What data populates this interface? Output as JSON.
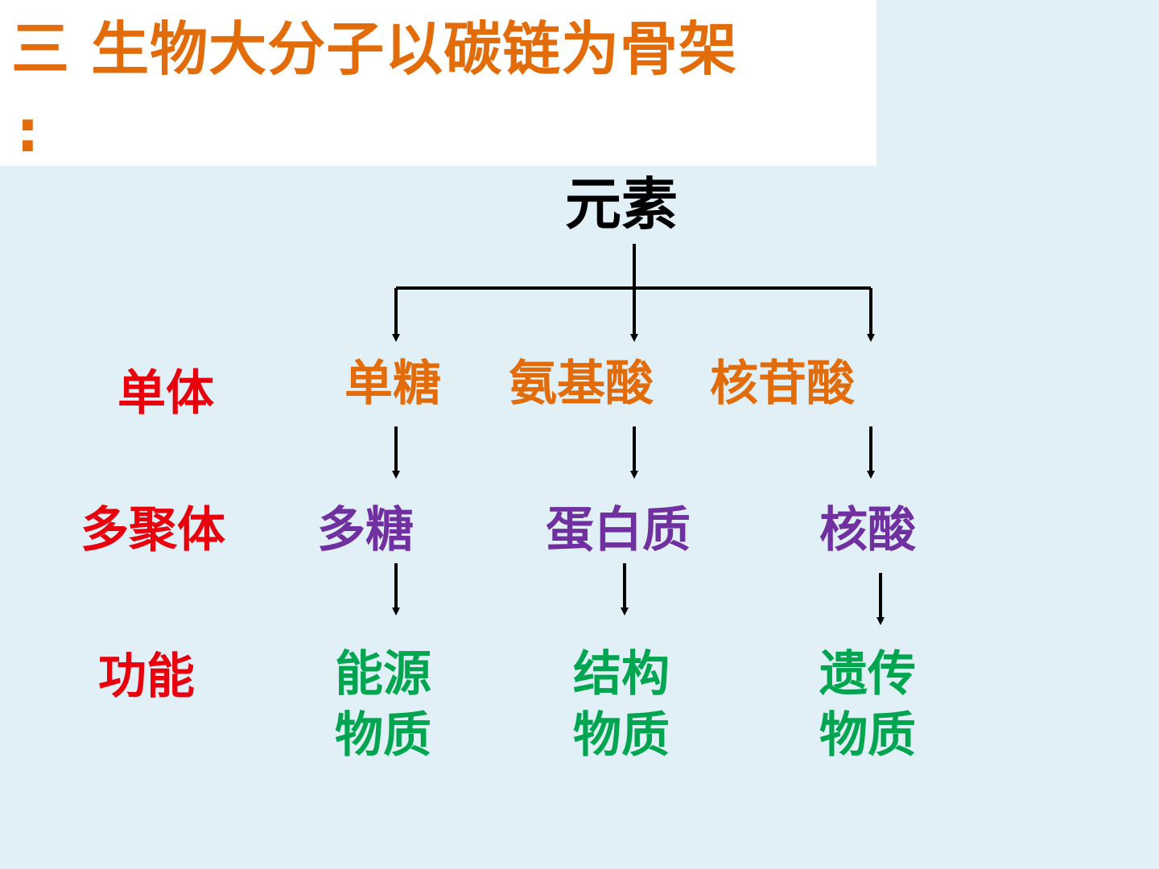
{
  "title": {
    "text": "三  生物大分子以碳链为骨架",
    "colon": ":"
  },
  "root": "元素",
  "row_labels": {
    "monomer": "单体",
    "polymer": "多聚体",
    "function": "功能"
  },
  "monomers": [
    "单糖",
    "氨基酸",
    "核苷酸"
  ],
  "polymers": [
    "多糖",
    "蛋白质",
    "核酸"
  ],
  "functions": [
    "能源\n物质",
    "结构\n物质",
    "遗传\n物质"
  ],
  "colors": {
    "background": "#e1f0f7",
    "title": "#e36c0a",
    "root": "#000000",
    "row_label": "#e8000d",
    "monomer": "#e36c0a",
    "polymer": "#7030a0",
    "function": "#00a550",
    "arrow": "#000000"
  }
}
